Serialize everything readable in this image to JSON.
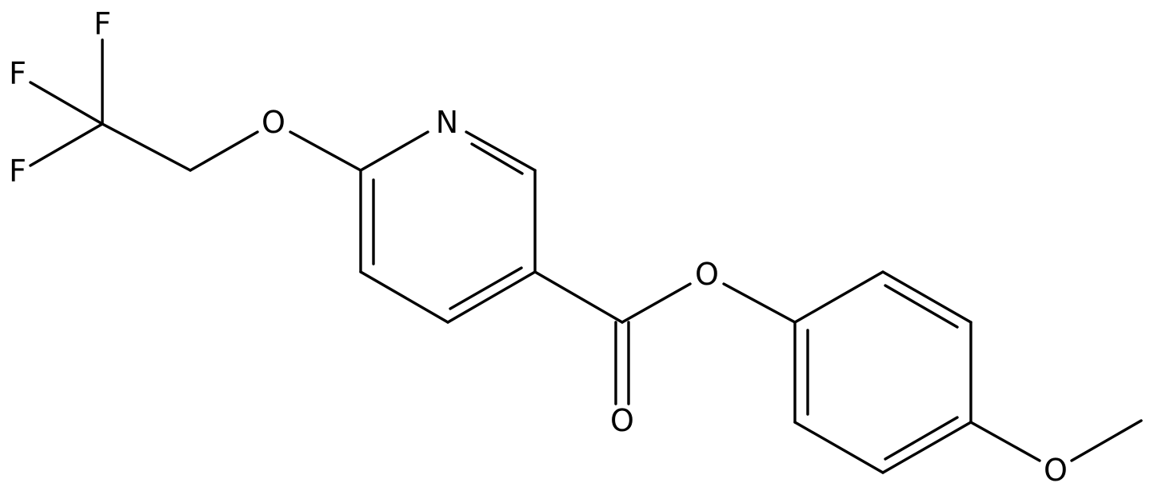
{
  "molecule": {
    "atoms": {
      "F1": "F",
      "F2": "F",
      "F3": "F",
      "O_ether": "O",
      "N_ring": "N",
      "O_ester": "O",
      "O_carbonyl": "O",
      "O_methoxy": "O"
    }
  },
  "colors": {
    "bond": "#000000",
    "label": "#000000",
    "background": "#ffffff"
  }
}
